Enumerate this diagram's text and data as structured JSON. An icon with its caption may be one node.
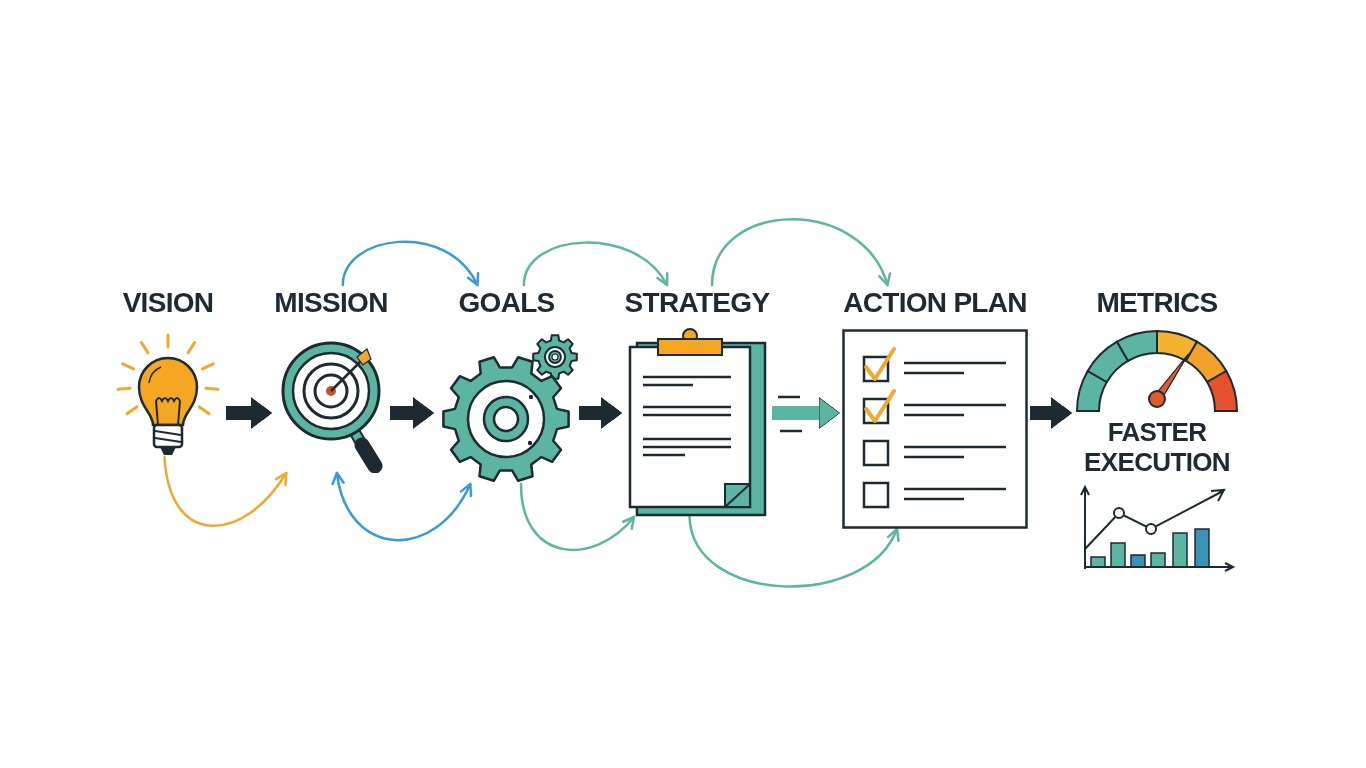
{
  "diagram": {
    "nodes": [
      {
        "text": [
          "VISION"
        ]
      },
      {
        "text": [
          "MISSION"
        ]
      },
      {
        "text": [
          "GOALS"
        ]
      },
      {
        "text": [
          "STRATEGY"
        ]
      },
      {
        "text": [
          "ACTION PLAN"
        ]
      },
      {
        "text": [
          "METRICS",
          "FASTER EXECUTION"
        ]
      }
    ],
    "edges": [
      {
        "from": 0,
        "to": 1,
        "arrow": "to",
        "style": "thick",
        "color": "#1e2a32"
      },
      {
        "from": 1,
        "to": 2,
        "arrow": "to",
        "style": "thick",
        "color": "#1e2a32"
      },
      {
        "from": 2,
        "to": 3,
        "arrow": "to",
        "style": "thick",
        "color": "#1e2a32"
      },
      {
        "from": 3,
        "to": 4,
        "arrow": "to",
        "style": "thick",
        "color": "#5bb5a2"
      },
      {
        "from": 4,
        "to": 5,
        "arrow": "to",
        "style": "thick",
        "color": "#1e2a32"
      },
      {
        "from": 1,
        "to": 2,
        "arrow": "to",
        "color": "#3a9ad9"
      },
      {
        "from": 2,
        "to": 3,
        "arrow": "to",
        "color": "#5bb5a2"
      },
      {
        "from": 3,
        "to": 4,
        "arrow": "to",
        "color": "#5bb5a2"
      },
      {
        "from": 0,
        "to": 1,
        "arrow": "to",
        "color": "#f0a830"
      },
      {
        "from": 1,
        "to": 2,
        "arrow": "both",
        "color": "#3a9ad9"
      },
      {
        "from": 2,
        "to": 3,
        "arrow": "to",
        "color": "#5bb5a2"
      },
      {
        "from": 3,
        "to": 4,
        "arrow": "to",
        "color": "#5bb5a2"
      }
    ]
  }
}
